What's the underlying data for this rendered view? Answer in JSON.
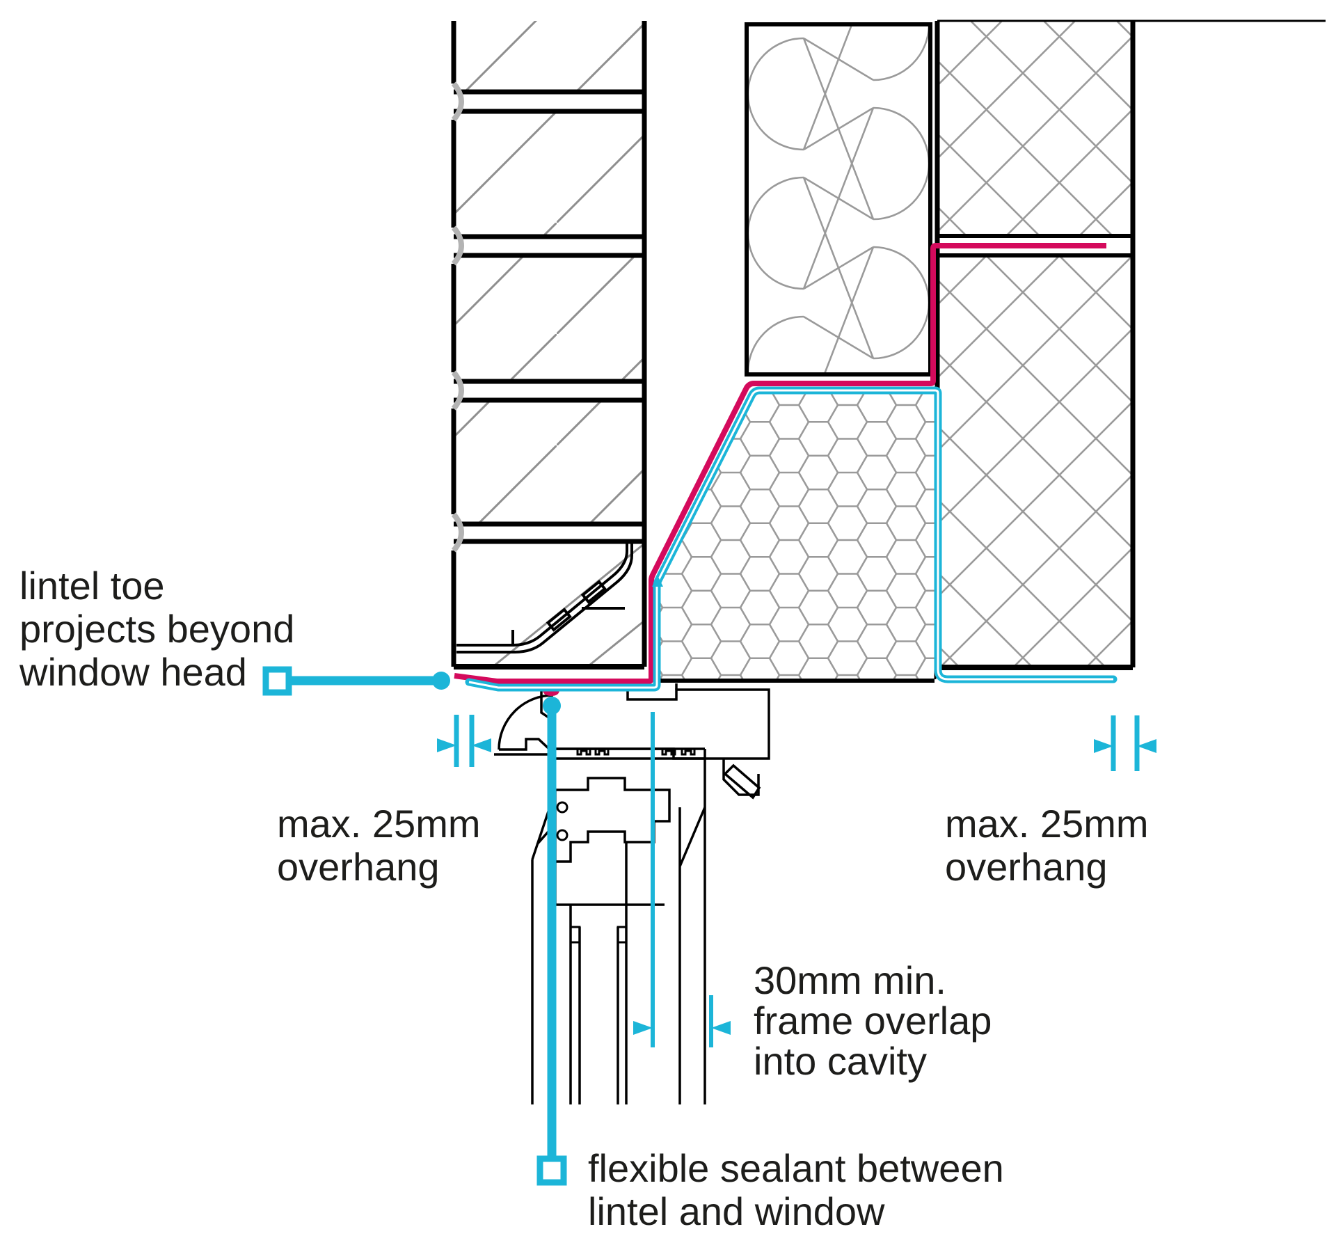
{
  "figure": {
    "type": "construction-detail-section",
    "subject": "window head / steel lintel detail at cavity wall"
  },
  "labels": {
    "lintel_toe": {
      "lines": [
        "lintel toe",
        "projects beyond",
        "window head"
      ]
    },
    "overhang_left": {
      "lines": [
        "max. 25mm",
        "overhang"
      ]
    },
    "overhang_right": {
      "lines": [
        "max. 25mm",
        "overhang"
      ]
    },
    "frame_overlap": {
      "lines": [
        "30mm min.",
        "frame overlap",
        "into cavity"
      ]
    },
    "flexible_sealant": {
      "lines": [
        "flexible sealant between",
        "lintel and window"
      ]
    }
  },
  "colors": {
    "annotation_cyan": "#1cb5d8",
    "dpc_red": "#d40a5c",
    "hatch_gray": "#9a9a9a",
    "brick_hatch_gray": "#8f8f8f",
    "break_mark_gray": "#b3b3b3",
    "line_black": "#000000",
    "text_black": "#1d1d1b"
  }
}
